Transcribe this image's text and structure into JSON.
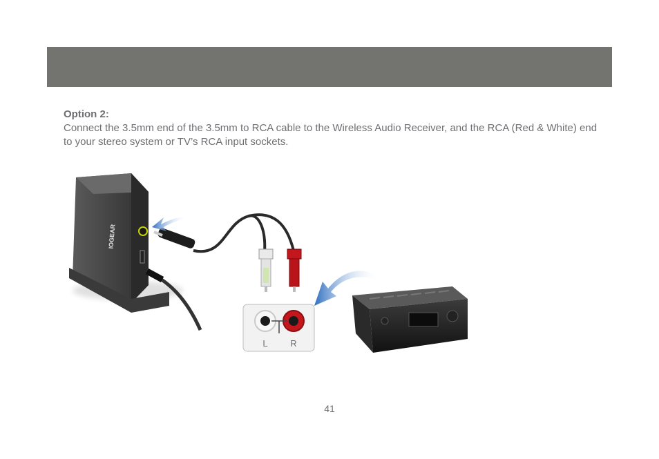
{
  "header": {
    "title": ""
  },
  "section": {
    "title": "Option 2:",
    "body": "Connect the 3.5mm end of the 3.5mm to RCA cable to the Wireless Audio Receiver, and the RCA (Red & White) end to your stereo system or TV’s RCA input sockets."
  },
  "illustration": {
    "brand": "IOGEAR",
    "left_label": "L",
    "right_label": "R",
    "colors": {
      "device": "#4a4a4a",
      "rca_red": "#c4171d",
      "rca_white": "#e8e8e8",
      "arrow": "#3a78c2"
    }
  },
  "page": {
    "number": "41"
  }
}
